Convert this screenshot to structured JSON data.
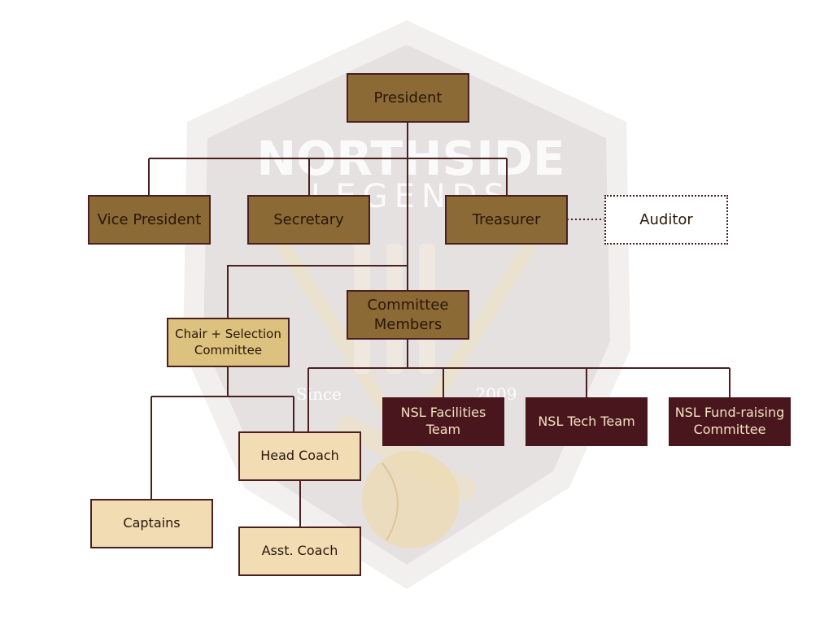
{
  "watermark": {
    "title_line1": "NORTHSIDE",
    "title_line2": "LEGENDS",
    "since_label": "Since",
    "year_label": "2009"
  },
  "nodes": {
    "president": "President",
    "vice_president": "Vice President",
    "secretary": "Secretary",
    "treasurer": "Treasurer",
    "auditor": "Auditor",
    "committee_members": "Committee Members",
    "chair_selection": "Chair + Selection Committee",
    "facilities_team": "NSL Facilities Team",
    "tech_team": "NSL Tech Team",
    "fundraising": "NSL Fund-raising Committee",
    "head_coach": "Head Coach",
    "captains": "Captains",
    "asst_coach": "Asst. Coach"
  },
  "colors": {
    "officer_fill": "#8c6a36",
    "selection_fill": "#dcc27e",
    "coaching_fill": "#f1dcb4",
    "team_fill": "#4a161e",
    "connector": "#4a1f1f"
  }
}
